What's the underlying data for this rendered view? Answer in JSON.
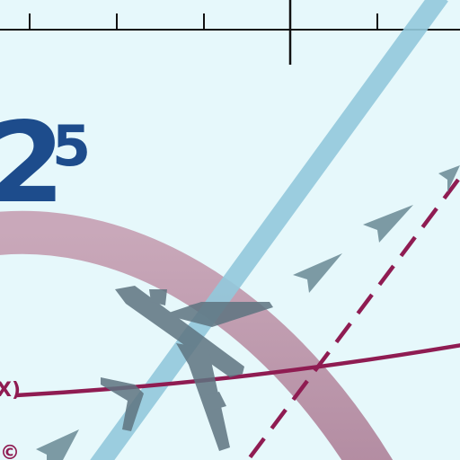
{
  "altitude": {
    "major": "2",
    "minor": "5"
  },
  "route_fragments": {
    "left_label": "X)",
    "bottom_label": "©"
  },
  "colors": {
    "background": "#e6f8fb",
    "scale_bar": "#111111",
    "altitude_text": "#1d4c8c",
    "airway_solid": "#8f1c52",
    "airway_dashed": "#8f1c52",
    "arc_band": "#b98aa2",
    "corridor": "#93c9dc",
    "arrow": "#7c9aa4",
    "aircraft": "#5e7480"
  },
  "icons": {
    "aircraft": "airplane-icon",
    "direction": "chevron-arrow-icon"
  }
}
